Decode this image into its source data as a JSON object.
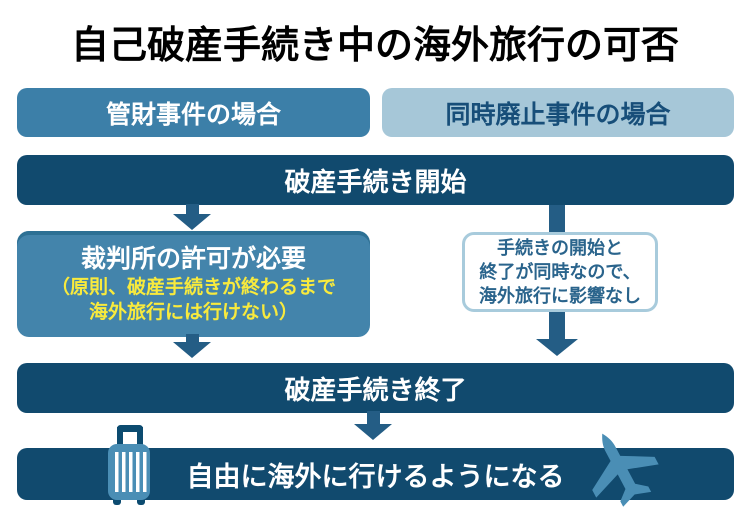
{
  "title": "自己破産手続き中の海外旅行の可否",
  "headers": {
    "kanzai": "管財事件の場合",
    "douji_haishi": "同時廃止事件の場合"
  },
  "bars": {
    "start": "破産手続き開始",
    "end": "破産手続き終了",
    "result": "自由に海外に行けるようになる"
  },
  "left_box": {
    "title": "裁判所の許可が必要",
    "note_line1": "（原則、破産手続きが終わるまで",
    "note_line2": "海外旅行には行けない）"
  },
  "right_box": {
    "line1": "手続きの開始と",
    "line2": "終了が同時なので、",
    "line3": "海外旅行に影響なし"
  },
  "icons": {
    "left": "suitcase-icon",
    "right": "airplane-icon"
  },
  "colors": {
    "dark_bar": "#114a6e",
    "left_header_fill": "#3c7fa8",
    "right_header_fill": "#a6c7d8",
    "right_header_text": "#174e79",
    "left_box_fill": "#4384ab",
    "left_box_top_edge": "#2d7094",
    "yellow_text": "#f8ea3d",
    "arrow": "#245d85",
    "right_box_border": "#a8cbdc",
    "right_box_text": "#2a648c",
    "icon_blue": "#4a8eb5",
    "icon_dark": "#0c4b70",
    "title_text": "#000000"
  }
}
